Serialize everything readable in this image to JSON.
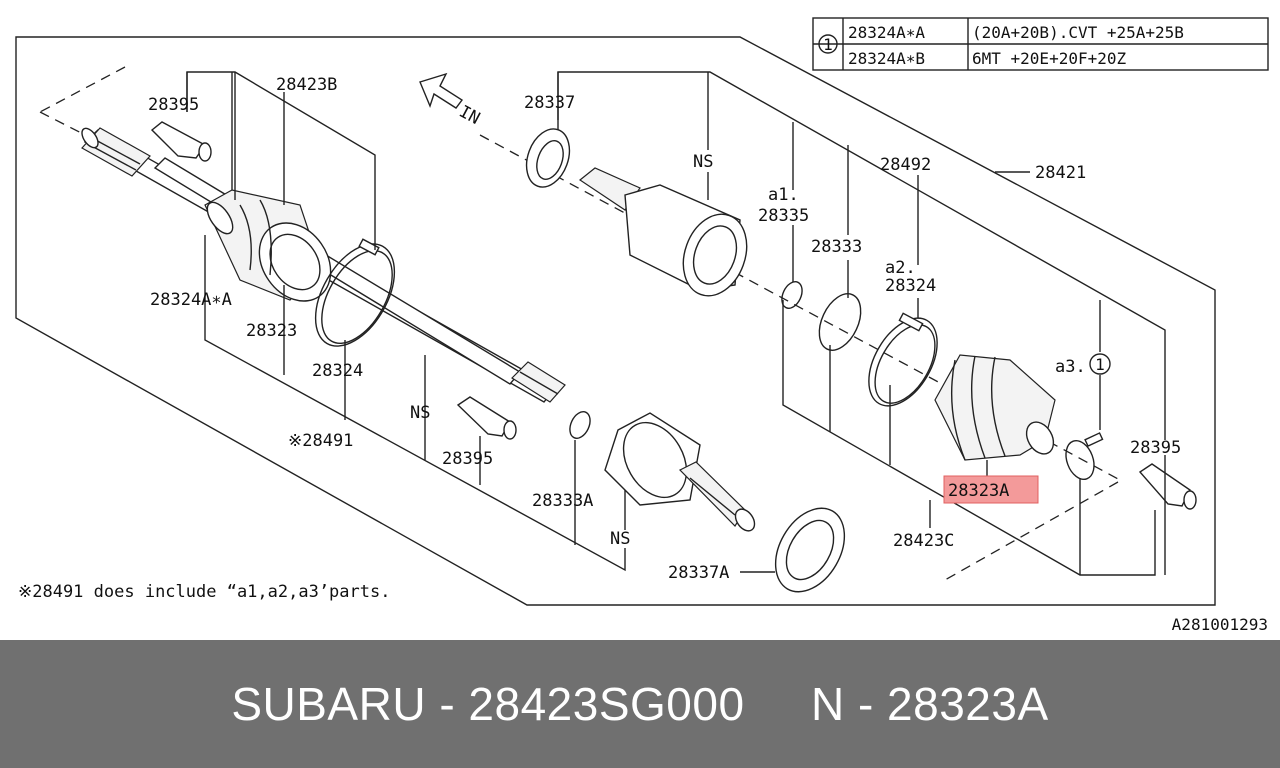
{
  "diagram": {
    "table": {
      "marker": "1",
      "rows": [
        {
          "code": "28324A∗A",
          "desc": "(20A+20B).CVT +25A+25B"
        },
        {
          "code": "28324A∗B",
          "desc": "6MT +20E+20F+20Z"
        }
      ]
    },
    "direction_label": "IN",
    "labels": {
      "p28395_top": "28395",
      "p28423B": "28423B",
      "p28337": "28337",
      "ns_top": "NS",
      "p28492": "28492",
      "p28421": "28421",
      "a1": "a1.",
      "p28335": "28335",
      "p28333": "28333",
      "a2": "a2.",
      "p28324_right": "28324",
      "p28324A_A": "28324A∗A",
      "p28323": "28323",
      "p28324_left": "28324",
      "ns_mid": "NS",
      "p28491": "※28491",
      "p28395_mid": "28395",
      "a3": "a3.",
      "a3_marker": "1",
      "p28395_right": "28395",
      "p28323A": "28323A",
      "p28333A": "28333A",
      "ns_bottom": "NS",
      "p28423C": "28423C",
      "p28337A": "28337A"
    },
    "note": "※28491 does include “a1,a2,a3’parts.",
    "figure_id": "A281001293",
    "highlight_color": "#f39a9a"
  },
  "footer": {
    "text": "SUBARU - 28423SG000     N - 28323A",
    "background": "#707070"
  }
}
